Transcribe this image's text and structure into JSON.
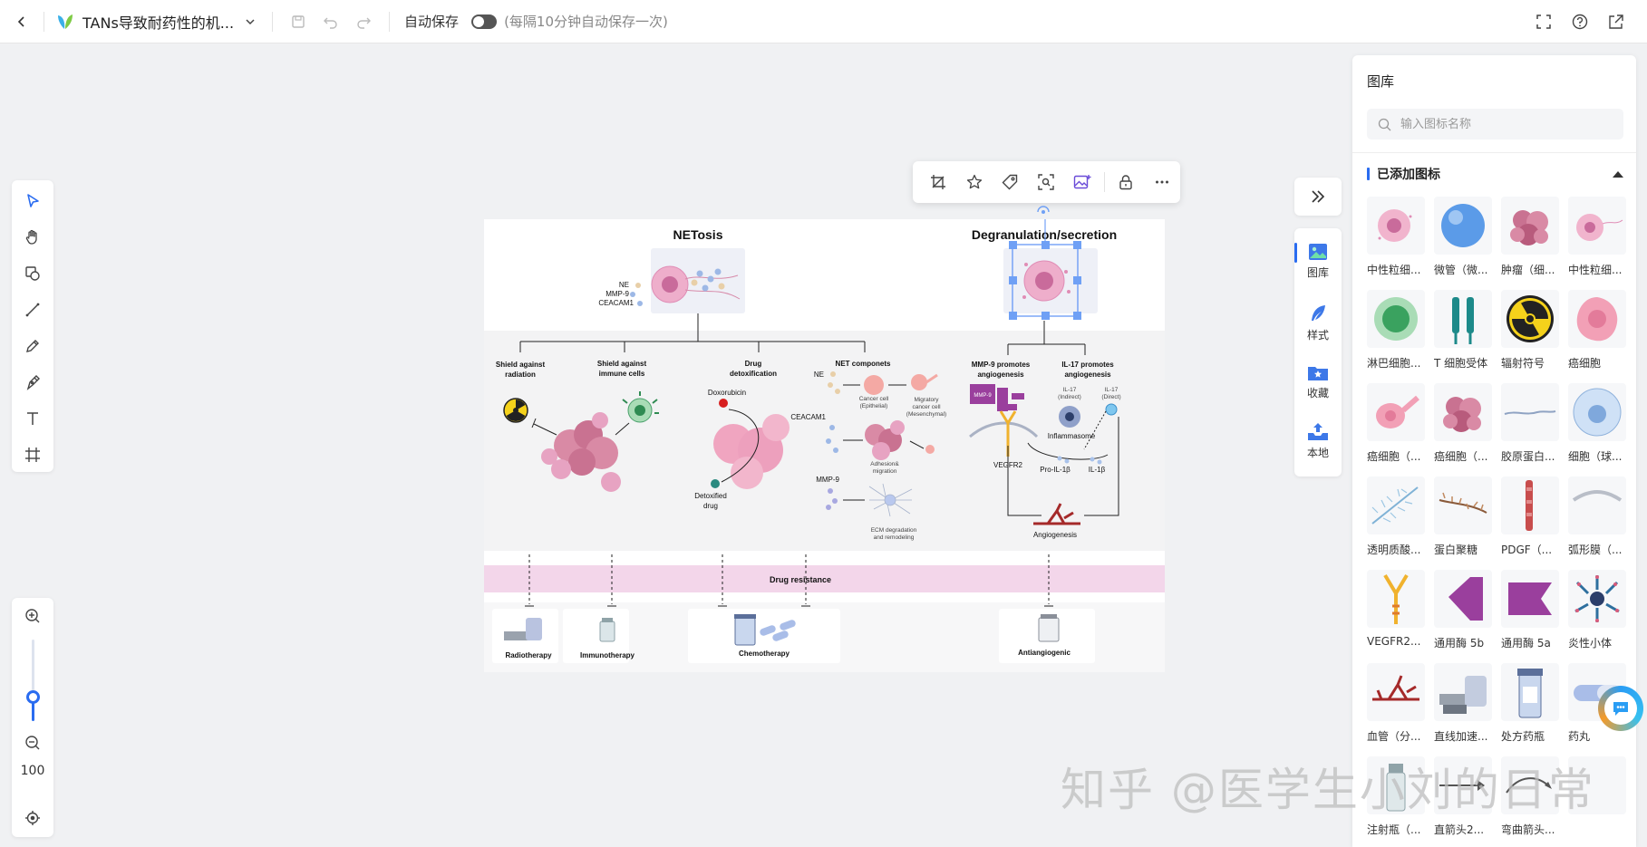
{
  "header": {
    "title": "TANs导致耐药性的机...",
    "autosave_label": "自动保存",
    "autosave_hint": "(每隔10分钟自动保存一次)",
    "autosave_on": false
  },
  "zoom": {
    "value": "100",
    "level": 0.3
  },
  "figure": {
    "netosis_title": "NETosis",
    "degran_title": "Degranulation/secretion",
    "ne": "NE",
    "mmp9": "MMP-9",
    "ceacam1": "CEACAM1",
    "shield_radiation": [
      "Shield against",
      "radiation"
    ],
    "shield_immune": [
      "Shield against",
      "immune cells"
    ],
    "drug_detox": [
      "Drug",
      "detoxification"
    ],
    "net_components": "NET componets",
    "doxorubicin": "Doxorubicin",
    "detoxified": [
      "Detoxified",
      "drug"
    ],
    "cancer_epithelial": [
      "Cancer cell",
      "(Epithelial)"
    ],
    "migratory": [
      "Migratory",
      "cancer cell",
      "(Mesenchymal)"
    ],
    "adhesion": [
      "Adhesion&",
      "migration"
    ],
    "ecm": [
      "ECM degradation",
      "and remodeling"
    ],
    "mmp9_promotes": [
      "MMP-9 promotes",
      "angiogenesis"
    ],
    "il17_promotes": [
      "IL-17 promotes",
      "angiogenesis"
    ],
    "il17_indirect": [
      "IL-17",
      "(Indirect)"
    ],
    "il17_direct": [
      "IL-17",
      "(Direct)"
    ],
    "inflammasome": "Inflammasome",
    "vegfr2": "VEGFR2",
    "pro_il1b": "Pro-IL-1β",
    "il1b": "IL-1β",
    "angiogenesis": "Angiogenesis",
    "drug_resistance": "Drug resistance",
    "radiotherapy": "Radiotherapy",
    "immunotherapy": "Immunotherapy",
    "chemotherapy": "Chemotherapy",
    "antiangiogenic": "Antiangiogenic"
  },
  "rail": {
    "items": [
      {
        "label": "图库",
        "icon": "image-gallery-icon",
        "active": true
      },
      {
        "label": "样式",
        "icon": "feather-style-icon",
        "active": false
      },
      {
        "label": "收藏",
        "icon": "star-folder-icon",
        "active": false
      },
      {
        "label": "本地",
        "icon": "upload-tray-icon",
        "active": false
      }
    ]
  },
  "panel": {
    "title": "图库",
    "search_placeholder": "输入图标名称",
    "section_title": "已添加图标",
    "items": [
      {
        "label": "中性粒细...",
        "kind": "neutrophil"
      },
      {
        "label": "微管（微...",
        "kind": "bluesphere"
      },
      {
        "label": "肿瘤（细...",
        "kind": "tumor"
      },
      {
        "label": "中性粒细...",
        "kind": "neutrophil2"
      },
      {
        "label": "淋巴细胞...",
        "kind": "lymphocyte"
      },
      {
        "label": "T 细胞受体",
        "kind": "tcr"
      },
      {
        "label": "辐射符号",
        "kind": "radiation"
      },
      {
        "label": "癌细胞",
        "kind": "cancercell"
      },
      {
        "label": "癌细胞（...",
        "kind": "cancermigr"
      },
      {
        "label": "癌细胞（...",
        "kind": "tumor"
      },
      {
        "label": "胶原蛋白...",
        "kind": "collagen"
      },
      {
        "label": "细胞（球...",
        "kind": "cellball"
      },
      {
        "label": "透明质酸...",
        "kind": "hyaluronic"
      },
      {
        "label": "蛋白聚糖",
        "kind": "proteoglycan"
      },
      {
        "label": "PDGF（...",
        "kind": "pdgf"
      },
      {
        "label": "弧形膜（...",
        "kind": "arcmembrane"
      },
      {
        "label": "VEGFR2...",
        "kind": "vegfr2"
      },
      {
        "label": "通用酶 5b",
        "kind": "enzyme5b"
      },
      {
        "label": "通用酶 5a",
        "kind": "enzyme5a"
      },
      {
        "label": "炎性小体",
        "kind": "inflammasome"
      },
      {
        "label": "血管（分...",
        "kind": "vessel"
      },
      {
        "label": "直线加速...",
        "kind": "linac"
      },
      {
        "label": "处方药瓶",
        "kind": "pillbottle"
      },
      {
        "label": "药丸",
        "kind": "pill"
      },
      {
        "label": "注射瓶（...",
        "kind": "vial"
      },
      {
        "label": "直箭头2...",
        "kind": "arrow"
      },
      {
        "label": "弯曲箭头...",
        "kind": "curvedarrow"
      },
      {
        "label": "",
        "kind": "blank"
      }
    ]
  },
  "watermark": "知乎 @医学生小刘的日常",
  "colors": {
    "accent": "#2a6cf0",
    "pink_band": "#f3d6ea",
    "cell_pink": "#e7a3c2"
  }
}
